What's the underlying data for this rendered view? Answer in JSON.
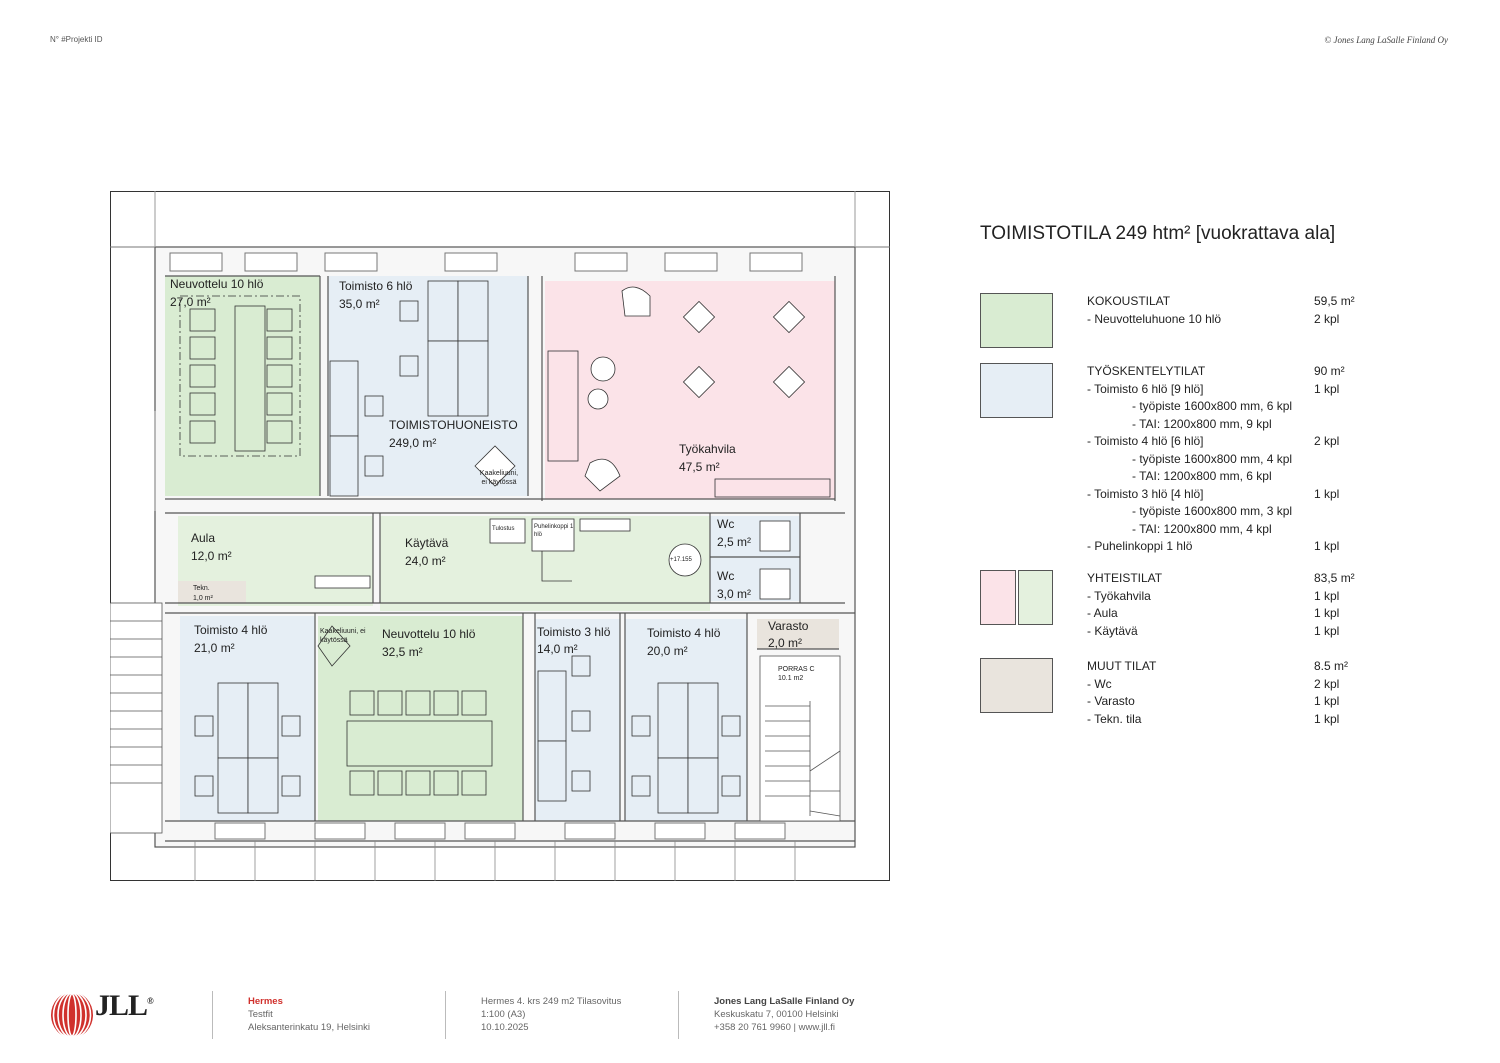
{
  "header": {
    "project_id": "N° #Projekti ID",
    "copyright": "© Jones Lang LaSalle Finland Oy"
  },
  "rooms": {
    "neuvottelu_top_name": "Neuvottelu 10 hlö",
    "neuvottelu_top_area": "27,0 m²",
    "toimisto6_name": "Toimisto 6 hlö",
    "toimisto6_area": "35,0 m²",
    "toimistohuoneisto_name": "TOIMISTOHUONEISTO",
    "toimistohuoneisto_area": "249,0 m²",
    "kaakeli_top": "Kaakeliuuni, ei käytössä",
    "tyokahvila_name": "Työkahvila",
    "tyokahvila_area": "47,5 m²",
    "aula_name": "Aula",
    "aula_area": "12,0 m²",
    "tekn_name": "Tekn.",
    "tekn_area": "1,0 m²",
    "kaytava_name": "Käytävä",
    "kaytava_area": "24,0 m²",
    "tulostus": "Tulostus",
    "puhelinkoppi": "Puhelinkoppi 1 hlö",
    "level": "+17.155",
    "wc1_name": "Wc",
    "wc1_area": "2,5 m²",
    "wc2_name": "Wc",
    "wc2_area": "3,0 m²",
    "toimisto4a_name": "Toimisto 4 hlö",
    "toimisto4a_area": "21,0 m²",
    "kaakeli_bottom": "Kaakeliuuni, ei käytössä",
    "neuvottelu_bottom_name": "Neuvottelu 10 hlö",
    "neuvottelu_bottom_area": "32,5 m²",
    "toimisto3_name": "Toimisto 3 hlö",
    "toimisto3_area": "14,0 m²",
    "toimisto4b_name": "Toimisto 4 hlö",
    "toimisto4b_area": "20,0 m²",
    "varasto_name": "Varasto",
    "varasto_area": "2,0 m²",
    "porras_name": "PORRAS C",
    "porras_area": "10.1 m2"
  },
  "legend": {
    "title": "TOIMISTOTILA 249 htm² [vuokrattava ala]",
    "colors": {
      "meeting": "#d9ecd2",
      "work": "#e6eef5",
      "common_pink": "#fbe3e8",
      "common_green": "#e4f1de",
      "other": "#e9e4dd"
    },
    "groups": [
      {
        "rows": [
          {
            "label": "KOKOUSTILAT",
            "value": "59,5 m²",
            "indent": false
          },
          {
            "label": "- Neuvotteluhuone 10 hlö",
            "value": "2 kpl",
            "indent": false
          }
        ]
      },
      {
        "rows": [
          {
            "label": "TYÖSKENTELYTILAT",
            "value": "90 m²",
            "indent": false
          },
          {
            "label": "- Toimisto 6 hlö [9 hlö]",
            "value": "1 kpl",
            "indent": false
          },
          {
            "label": "- työpiste 1600x800 mm, 6 kpl",
            "value": "",
            "indent": true
          },
          {
            "label": "- TAI: 1200x800 mm, 9 kpl",
            "value": "",
            "indent": true
          },
          {
            "label": "- Toimisto 4 hlö [6 hlö]",
            "value": "2 kpl",
            "indent": false
          },
          {
            "label": "- työpiste 1600x800 mm, 4 kpl",
            "value": "",
            "indent": true
          },
          {
            "label": "- TAI: 1200x800 mm, 6 kpl",
            "value": "",
            "indent": true
          },
          {
            "label": "- Toimisto 3 hlö [4 hlö]",
            "value": "1 kpl",
            "indent": false
          },
          {
            "label": "- työpiste 1600x800 mm, 3 kpl",
            "value": "",
            "indent": true
          },
          {
            "label": "- TAI: 1200x800 mm, 4 kpl",
            "value": "",
            "indent": true
          },
          {
            "label": "- Puhelinkoppi 1 hlö",
            "value": "1 kpl",
            "indent": false
          }
        ]
      },
      {
        "rows": [
          {
            "label": "YHTEISTILAT",
            "value": "83,5 m²",
            "indent": false
          },
          {
            "label": "- Työkahvila",
            "value": "1 kpl",
            "indent": false
          },
          {
            "label": "- Aula",
            "value": "1 kpl",
            "indent": false
          },
          {
            "label": "- Käytävä",
            "value": "1 kpl",
            "indent": false
          }
        ]
      },
      {
        "rows": [
          {
            "label": "MUUT TILAT",
            "value": "8.5 m²",
            "indent": false
          },
          {
            "label": "- Wc",
            "value": "2 kpl",
            "indent": false
          },
          {
            "label": "- Varasto",
            "value": "1 kpl",
            "indent": false
          },
          {
            "label": "- Tekn. tila",
            "value": "1 kpl",
            "indent": false
          }
        ]
      }
    ]
  },
  "footer": {
    "logo": "JLL",
    "logo_reg": "®",
    "project_name": "Hermes",
    "project_type": "Testfit",
    "project_address": "Aleksanterinkatu 19, Helsinki",
    "drawing_title": "Hermes 4. krs 249 m2 Tilasovitus",
    "scale": "1:100 (A3)",
    "date": "10.10.2025",
    "company": "Jones Lang LaSalle Finland Oy",
    "company_address": "Keskuskatu 7, 00100 Helsinki",
    "company_contact": "+358 20 761 9960 | www.jll.fi"
  }
}
